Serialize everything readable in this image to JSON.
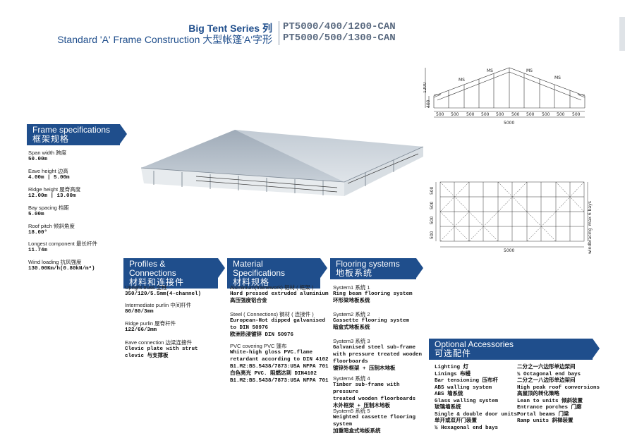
{
  "header": {
    "title_main": "Big Tent Series 列",
    "title_sub": "Standard 'A' Frame Construction 大型帐篷'A'字形",
    "model_1": "PT5000/400/1200-CAN",
    "model_2": "PT5000/500/1300-CAN"
  },
  "elevation": {
    "height_label": "1200",
    "eave_label": "400",
    "ms_labels": [
      "MS",
      "MS",
      "MS",
      "MS"
    ],
    "bay_labels": [
      "500",
      "500",
      "500",
      "500",
      "500",
      "500",
      "500",
      "500",
      "500",
      "500"
    ],
    "total_label": "5000"
  },
  "plan": {
    "left_labels": [
      "500",
      "500",
      "500",
      "500"
    ],
    "right_label": "windbracing",
    "max_label": "max 6 bays",
    "total_label": "5000"
  },
  "frame_specs": {
    "tab_en": "Frame specifications",
    "tab_cn": "框架规格",
    "items": [
      {
        "label": "Span width  跨度",
        "value": "50.00m"
      },
      {
        "label": "Eave height  边高",
        "value": "4.00m | 5.00m"
      },
      {
        "label": "Ridge height  屋脊高度",
        "value": "12.00m | 13.00m"
      },
      {
        "label": "Bay spacing  档距",
        "value": "5.00m"
      },
      {
        "label": "Roof pitch  倾斜角度",
        "value": "18.00°"
      },
      {
        "label": "Longest component   最长杆件",
        "value": "11.74m"
      },
      {
        "label": "Wind loading  抗风强度",
        "value": "130.00Km/h(0.80kN/m²)"
      }
    ]
  },
  "profiles": {
    "tab_en": "Profiles & Connections",
    "tab_cn": "材料和连接件",
    "items": [
      {
        "label": "Upright truss 立柱",
        "value": "350/120/5.5mm(4-channel)"
      },
      {
        "label": "Intermediate purlin 中间杆件",
        "value": "80/80/3mm"
      },
      {
        "label": "Ridge purlin 屋脊杆件",
        "value": "122/66/3mm"
      },
      {
        "label": "Eave connection 边梁连接件",
        "value": "Clevic plate with strut\nclevic 与支撑板"
      }
    ]
  },
  "materials": {
    "tab_en": "Material Specifications",
    "tab_cn": "材料规格",
    "items": [
      {
        "label": "Aluminium(framework) 铝材 ( 框架 )",
        "value": "Hard pressed extruded aluminium\n高压强度铝合金"
      },
      {
        "label": "Steel ( Connections) 钢材 ( 连接件 )",
        "value": "European-Hot dipped galvanised\nto DIN 50976\n欧洲热浸镀锌 DIN 50976"
      },
      {
        "label": "PVC covering  PVC 篷布",
        "value": "White-high gloss PVC.flame\nretardant according to DIN 4102\nB1.M2:BS.5438/7873:USA NFPA 701\n白色亮光 PVC. 阻燃达到 DIN4102\nB1.M2:BS.5438/7873:USA NFPA 701"
      }
    ]
  },
  "flooring": {
    "tab_en": "Flooring systems",
    "tab_cn": "地板系统",
    "items": [
      {
        "label": "System1 系统 1",
        "value": "Ring beam flooring system\n环形梁地板系统"
      },
      {
        "label": "System2 系统 2",
        "value": "Cassette flooring system\n暗盒式地板系统"
      },
      {
        "label": "System3 系统 3",
        "value": "Galvanised steel sub-frame\nwith pressure treated wooden\nfloorboards\n镀锌外框架 + 压制木地板"
      },
      {
        "label": "System4 系统 4",
        "value": "Timber sub-frame with pressure\ntreated wooden floorboards\n木外框架 + 压制木地板"
      },
      {
        "label": "System5 系统 5",
        "value": "Weighted cassette flooring\nsystem\n加重暗盒式地板系统"
      }
    ]
  },
  "accessories": {
    "tab_en": "Optional Accessories",
    "tab_cn": "可选配件",
    "col1": [
      "Lighting 灯",
      "Linings 布幔",
      "Bar tensioning 压布杆",
      "ABS walling system",
      "ABS 墙系统",
      "Glass walling system",
      "玻璃墙系统",
      "Single & double door units",
      "单开或双开门装置",
      "½ Hexagonal end bays"
    ],
    "col2": [
      "二分之一六边形单边架间",
      "½ Octagonal end bays",
      "二分之一八边形单边架间",
      "High peak roof conversions",
      "高屋顶的转化策略",
      "Lean to units 倾斜装置",
      "Entrance porches 门廊",
      "Portal beams 门梁",
      "Ramp units 斜梯装置"
    ]
  },
  "colors": {
    "brand": "#1f4e8c",
    "roof": "#b9c3cd",
    "text": "#1a1a1a"
  }
}
